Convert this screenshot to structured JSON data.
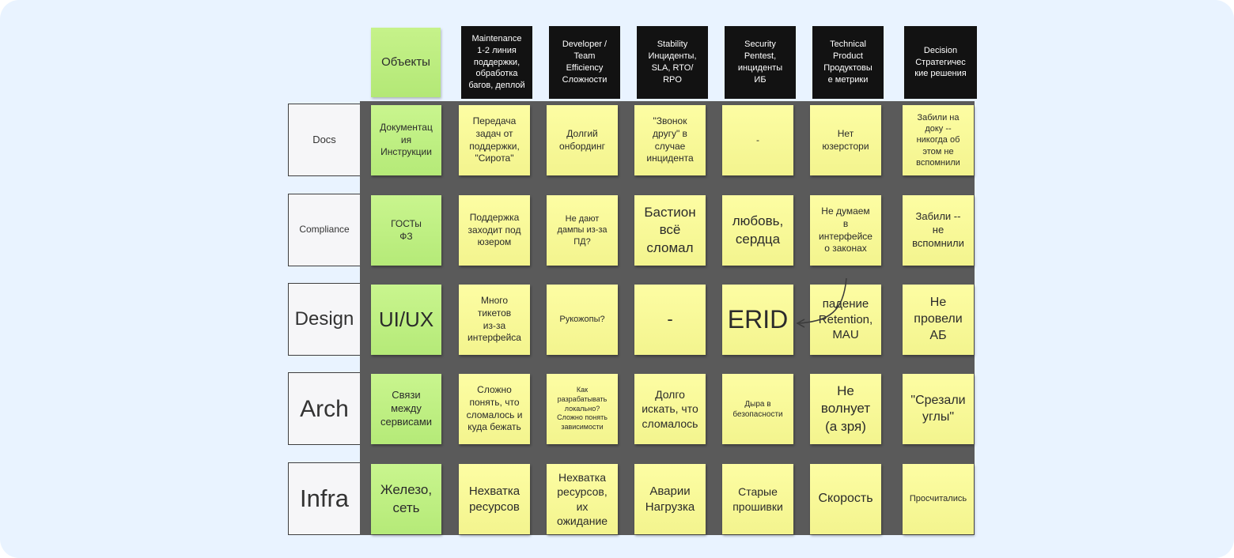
{
  "corner": "Объекты",
  "columns": [
    "Maintenance\n1-2 линия\nподдержки,\nобработка\nбагов, деплой",
    "Developer /\nTeam\nEfficiency\nСложности",
    "Stability\nИнциденты,\nSLA, RTO/\nRPO",
    "Security\nPentest,\nинциденты\nИБ",
    "Technical\nProduct\nПродуктовы\nе метрики",
    "Decision\nСтратегичес\nкие решения"
  ],
  "rows": [
    {
      "label": "Docs",
      "object": "Документац\nия\nИнструкции",
      "cells": [
        "Передача\nзадач от\nподдержки,\n\"Сирота\"",
        "Долгий\nонбординг",
        "\"Звонок\nдругу\" в\nслучае\nинцидента",
        "-",
        "Нет\nюзерстори",
        "Забили на\nдоку --\nникогда об\nэтом не\nвспомнили"
      ]
    },
    {
      "label": "Compliance",
      "object": "ГОСТы\nФЗ",
      "cells": [
        "Поддержка\nзаходит под\nюзером",
        "Не дают\nдампы из-за\nПД?",
        "Бастион\nвсё\nсломал",
        "любовь,\nсердца",
        "Не думаем\nв\nинтерфейсе\nо законах",
        "Забили --\nне\nвспомнили"
      ]
    },
    {
      "label": "Design",
      "object": "UI/UX",
      "cells": [
        "Много\nтикетов\nиз-за\nинтерфейса",
        "Рукожопы?",
        "-",
        "ERID",
        "падение\nRetention,\nMAU",
        "Не\nпровели\nАБ"
      ]
    },
    {
      "label": "Arch",
      "object": "Связи\nмежду\nсервисами",
      "cells": [
        "Сложно\nпонять, что\nсломалось и\nкуда бежать",
        "Как\nразрабатывать\nлокально?\nСложно понять\nзависимости",
        "Долго\nискать, что\nсломалось",
        "Дыра в\nбезопасности",
        "Не\nволнует\n(а зря)",
        "\"Срезали\nуглы\""
      ]
    },
    {
      "label": "Infra",
      "object": "Железо,\nсеть",
      "cells": [
        "Нехватка\nресурсов",
        "Нехватка\nресурсов,\nих\nожидание",
        "Аварии\nНагрузка",
        "Старые\nпрошивки",
        "Скорость",
        "Просчитались"
      ]
    }
  ]
}
